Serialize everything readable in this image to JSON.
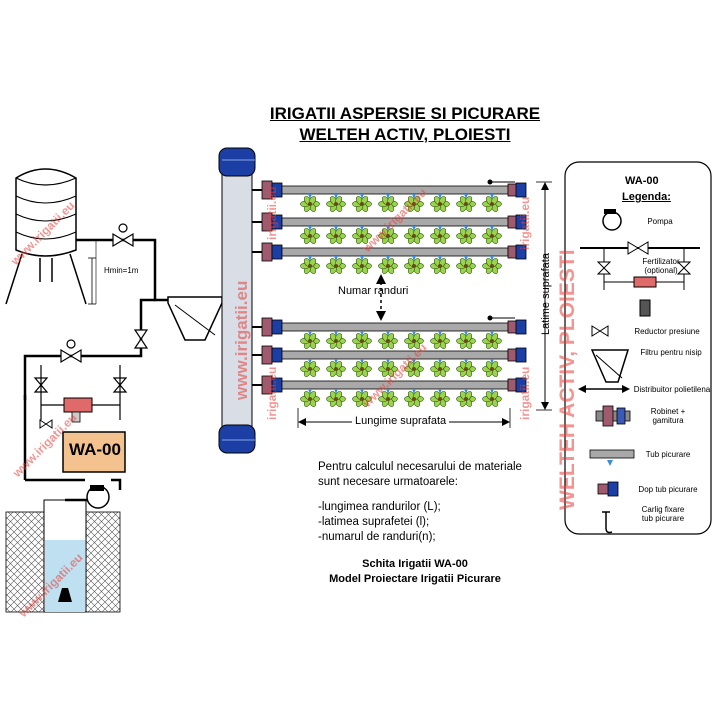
{
  "title": {
    "line1": "IRIGATII ASPERSIE SI PICURARE",
    "line2": "WELTEH ACTIV, PLOIESTI"
  },
  "diagram": {
    "tank_label": "Hmin=1m",
    "controller_label": "WA-00",
    "rows_label": "Numar randuri",
    "length_label": "Lungime suprafata",
    "width_label": "Latime suprafata",
    "pipes_upper_count": 3,
    "pipes_lower_count": 3,
    "plants_per_pipe": 8
  },
  "info": {
    "intro_line1": "Pentru calculul necesarului de materiale",
    "intro_line2": "sunt necesare urmatoarele:",
    "items": [
      "-lungimea randurilor (L);",
      "-latimea suprafetei (l);",
      "-numarul de randuri(n);"
    ],
    "footer_line1": "Schita Irigatii WA-00",
    "footer_line2": "Model Proiectare Irigatii Picurare"
  },
  "legend": {
    "code": "WA-00",
    "heading": "Legenda:",
    "items": {
      "pump": "Pompa",
      "fertilizer_line1": "Fertilizator",
      "fertilizer_line2": "(optional)",
      "reducer": "Reductor presiune",
      "filter": "Filtru pentru nisip",
      "distributor": "Distribuitor polietilena",
      "tap_line1": "Robinet +",
      "tap_line2": "gamitura",
      "drip_tube": "Tub picurare",
      "end_cap": "Dop tub picurare",
      "hook_line1": "Carlig fixare",
      "hook_line2": "tub picurare"
    },
    "vertical_brand": "WELTEH ACTIV, PLOIESTI"
  },
  "watermarks": {
    "site": "www.irigatii.eu",
    "short": "irigatii.eu"
  },
  "colors": {
    "watermark": "#e8403a",
    "pipe": "#a9a9a9",
    "controller_box": "#f4c28e",
    "water": "#bfe0f0",
    "plant": "#9bd34e",
    "cap_blue": "#1c3fa6"
  }
}
